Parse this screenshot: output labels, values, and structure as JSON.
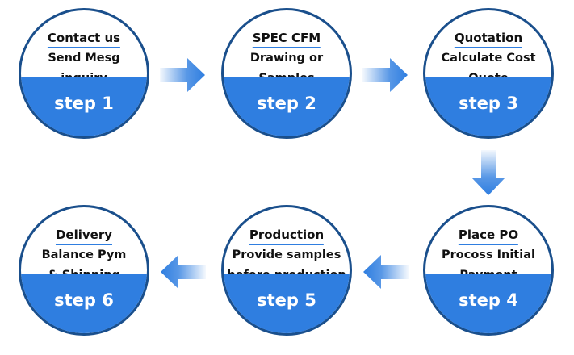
{
  "steps": [
    {
      "title": "Contact us",
      "line1": "Send Mesg",
      "line2": "inquiry",
      "label": "step 1"
    },
    {
      "title": "SPEC CFM",
      "line1": "Drawing or",
      "line2": "Samples",
      "label": "step 2"
    },
    {
      "title": "Quotation",
      "line1": "Calculate Cost",
      "line2": "Quote",
      "label": "step 3"
    },
    {
      "title": "Place PO",
      "line1": "Procoss Initial",
      "line2": "Payment",
      "label": "step 4"
    },
    {
      "title": "Production",
      "line1": "Provide samples",
      "line2": "before production",
      "label": "step 5"
    },
    {
      "title": "Delivery",
      "line1": "Balance Pym",
      "line2": "& Shipping",
      "label": "step 6"
    }
  ],
  "colors": {
    "accent_blue": "#2f7ee0",
    "circle_border": "#1a4f8c",
    "arrow_blue": "#2f7ee0"
  }
}
